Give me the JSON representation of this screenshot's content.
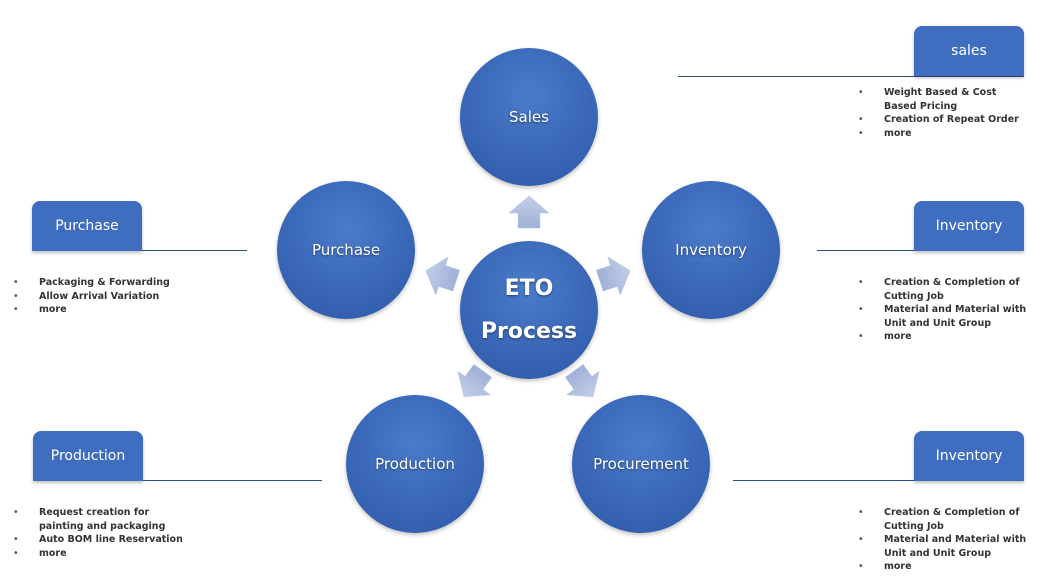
{
  "diagram": {
    "center": {
      "line1": "ETO",
      "line2": "Process"
    },
    "nodes": {
      "sales": "Sales",
      "inventory": "Inventory",
      "purchase": "Purchase",
      "production": "Production",
      "procurement": "Procurement"
    }
  },
  "panels": {
    "sales": {
      "tab": "sales",
      "items": [
        "Weight Based & Cost Based Pricing",
        "Creation of Repeat Order",
        "more"
      ]
    },
    "purchase": {
      "tab": "Purchase",
      "items": [
        "Packaging & Forwarding",
        "Allow Arrival Variation",
        "more"
      ]
    },
    "inventory_top": {
      "tab": "Inventory",
      "items": [
        "Creation & Completion of Cutting Job",
        "Material and Material with Unit and Unit Group",
        "more"
      ]
    },
    "production": {
      "tab": "Production",
      "items": [
        "Request creation for painting and packaging",
        "Auto BOM line Reservation",
        "more"
      ]
    },
    "inventory_bottom": {
      "tab": "Inventory",
      "items": [
        "Creation & Completion of Cutting Job",
        "Material and Material with Unit and Unit Group",
        "more"
      ]
    }
  },
  "colors": {
    "circle": "#3a67b8",
    "tab": "#3f6ec0",
    "arrow": "#a9b9dc",
    "rule": "#2e4f8e"
  }
}
